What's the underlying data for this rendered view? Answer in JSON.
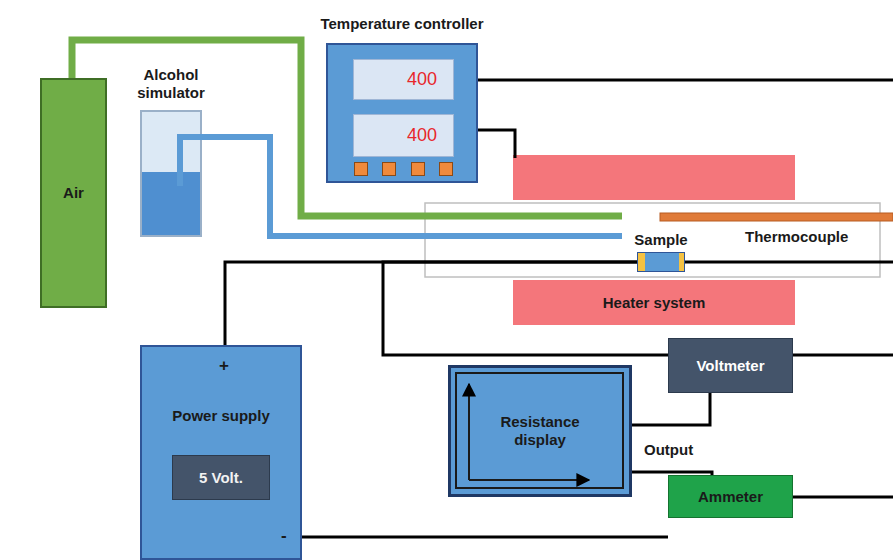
{
  "diagram": {
    "nodes": [
      {
        "text": [
          "Air"
        ]
      },
      {
        "text": [
          "Alcohol simulator"
        ]
      },
      {
        "text": [
          "Temperature controller"
        ]
      },
      {
        "text": [
          "400"
        ],
        "in": 2
      },
      {
        "text": [
          "400"
        ],
        "in": 2
      },
      {
        "text": [
          "Sample"
        ]
      },
      {
        "text": [
          "Heater system"
        ]
      },
      {
        "text": [
          "Power supply"
        ]
      },
      {
        "text": [
          "5 Volt."
        ],
        "in": 7
      },
      {
        "text": [
          "Resistance display"
        ]
      },
      {
        "text": [
          "Voltmeter"
        ]
      },
      {
        "text": [
          "Ammeter"
        ]
      }
    ],
    "edges": [
      {
        "from": 7,
        "to": 5,
        "arrow": "none"
      },
      {
        "from": 5,
        "to": 10,
        "arrow": "none"
      },
      {
        "from": 10,
        "to": 9,
        "arrow": "none"
      },
      {
        "from": 9,
        "to": 11,
        "label": "Output",
        "arrow": "none"
      },
      {
        "from": 7,
        "to": 11,
        "arrow": "none"
      }
    ],
    "labels": [
      "Thermocouple",
      "+",
      "-"
    ]
  }
}
